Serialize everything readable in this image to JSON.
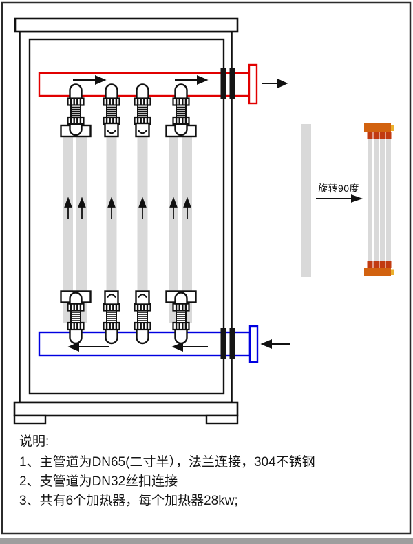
{
  "rotation": {
    "label": "旋转90度"
  },
  "notes": {
    "title": "说明:",
    "items": [
      "1、主管道为DN65(二寸半），法兰连接，304不锈钢",
      "2、支管道为DN32丝扣连接",
      "3、共有6个加热器，每个加热器28kw;"
    ]
  },
  "colors": {
    "supply_pipe_red": "#e10000",
    "return_pipe_blue": "#0000e0",
    "tube_gray": "#d9d9d9",
    "header_orange": "#d2620f",
    "prong_dark_orange": "#c13a10",
    "tab_yellow": "#eab02e",
    "line_black": "#111111",
    "bottom_bar_gray": "#9e9e9e",
    "border_gray": "#2b2b2b"
  }
}
